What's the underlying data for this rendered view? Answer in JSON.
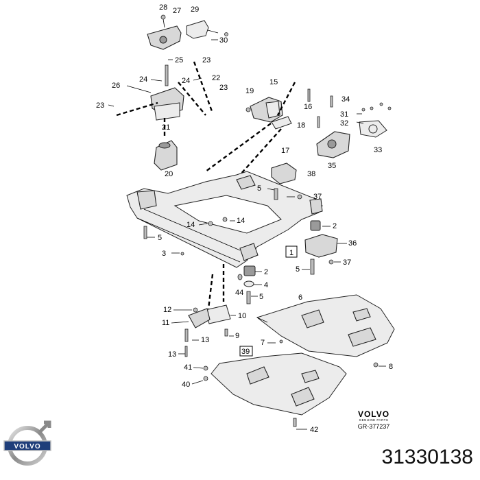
{
  "callouts": [
    {
      "id": "c28",
      "text": "28"
    },
    {
      "id": "c27",
      "text": "27"
    },
    {
      "id": "c29",
      "text": "29"
    },
    {
      "id": "c30",
      "text": "30"
    },
    {
      "id": "c25",
      "text": "25"
    },
    {
      "id": "c23a",
      "text": "23"
    },
    {
      "id": "c24a",
      "text": "24"
    },
    {
      "id": "c24b",
      "text": "24"
    },
    {
      "id": "c22",
      "text": "22"
    },
    {
      "id": "c26",
      "text": "26"
    },
    {
      "id": "c23b",
      "text": "23"
    },
    {
      "id": "c23c",
      "text": "23"
    },
    {
      "id": "c21",
      "text": "21"
    },
    {
      "id": "c20",
      "text": "20"
    },
    {
      "id": "c19",
      "text": "19"
    },
    {
      "id": "c15",
      "text": "15"
    },
    {
      "id": "c16",
      "text": "16"
    },
    {
      "id": "c18",
      "text": "18"
    },
    {
      "id": "c17",
      "text": "17"
    },
    {
      "id": "c34",
      "text": "34"
    },
    {
      "id": "c31",
      "text": "31"
    },
    {
      "id": "c32",
      "text": "32"
    },
    {
      "id": "c33",
      "text": "33"
    },
    {
      "id": "c35",
      "text": "35"
    },
    {
      "id": "c38",
      "text": "38"
    },
    {
      "id": "c5a",
      "text": "5"
    },
    {
      "id": "c37a",
      "text": "37"
    },
    {
      "id": "c14a",
      "text": "14"
    },
    {
      "id": "c14b",
      "text": "14"
    },
    {
      "id": "c5b",
      "text": "5"
    },
    {
      "id": "c2a",
      "text": "2"
    },
    {
      "id": "c36",
      "text": "36"
    },
    {
      "id": "c3",
      "text": "3"
    },
    {
      "id": "c1",
      "text": "1"
    },
    {
      "id": "c5c",
      "text": "5"
    },
    {
      "id": "c37b",
      "text": "37"
    },
    {
      "id": "c2b",
      "text": "2"
    },
    {
      "id": "c4",
      "text": "4"
    },
    {
      "id": "c44",
      "text": "44"
    },
    {
      "id": "c5d",
      "text": "5"
    },
    {
      "id": "c6",
      "text": "6"
    },
    {
      "id": "c12",
      "text": "12"
    },
    {
      "id": "c10",
      "text": "10"
    },
    {
      "id": "c11",
      "text": "11"
    },
    {
      "id": "c13a",
      "text": "13"
    },
    {
      "id": "c9",
      "text": "9"
    },
    {
      "id": "c7",
      "text": "7"
    },
    {
      "id": "c39",
      "text": "39"
    },
    {
      "id": "c13b",
      "text": "13"
    },
    {
      "id": "c8",
      "text": "8"
    },
    {
      "id": "c41",
      "text": "41"
    },
    {
      "id": "c40",
      "text": "40"
    },
    {
      "id": "c42",
      "text": "42"
    }
  ],
  "brand": {
    "name": "VOLVO",
    "subtitle": "GENUINE PARTS",
    "reference": "GR-377237"
  },
  "part_number": "31330138",
  "logo_icon": "volvo-iron-mark-icon"
}
